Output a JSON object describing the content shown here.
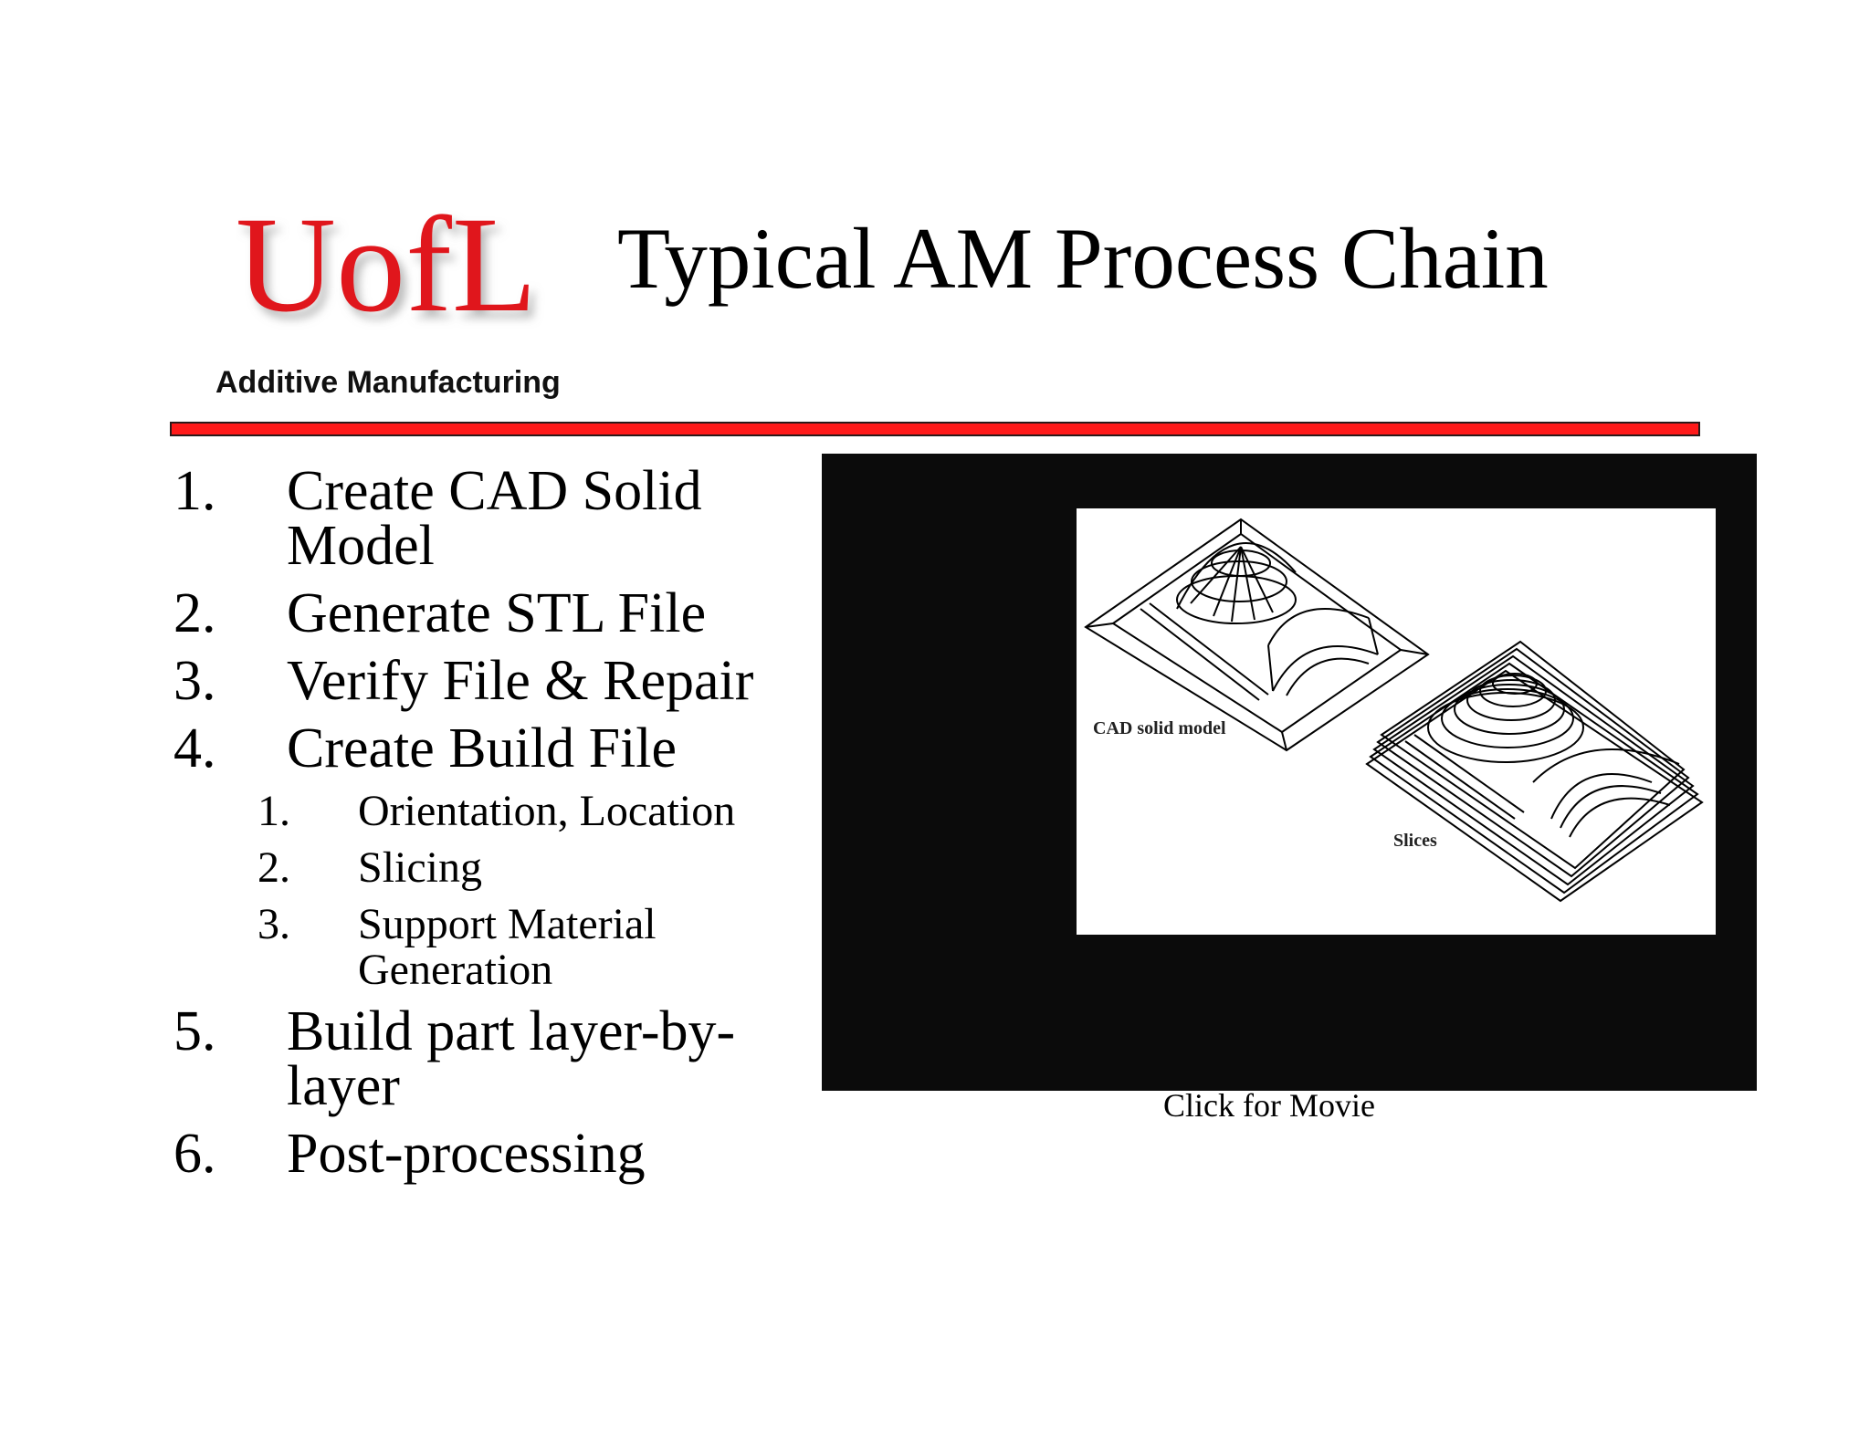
{
  "header": {
    "logo_text": "UofL",
    "logo_subtitle": "Additive Manufacturing",
    "title": "Typical AM Process Chain"
  },
  "steps": [
    {
      "num": "1.",
      "text": "Create CAD Solid Model"
    },
    {
      "num": "2.",
      "text": "Generate STL File"
    },
    {
      "num": "3.",
      "text": "Verify File & Repair"
    },
    {
      "num": "4.",
      "text": "Create Build File"
    },
    {
      "num": "1.",
      "text": "Orientation, Location"
    },
    {
      "num": "2.",
      "text": "Slicing"
    },
    {
      "num": "3.",
      "text": "Support Material Generation"
    },
    {
      "num": "5.",
      "text": "Build part layer-by-layer"
    },
    {
      "num": "6.",
      "text": "Post-processing"
    }
  ],
  "figure": {
    "label_model": "CAD solid model",
    "label_slices": "Slices"
  },
  "caption": "Click for Movie",
  "colors": {
    "logo_red": "#e0141e",
    "rule_red": "#ff1a1a",
    "movie_bg": "#0b0b0b"
  }
}
